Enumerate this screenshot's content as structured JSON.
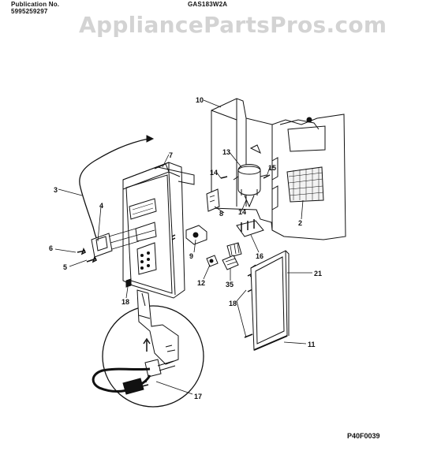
{
  "header": {
    "publication_label": "Publication No.",
    "publication_number": "5995259297",
    "model": "GAS183W2A"
  },
  "watermark": "AppliancePartsPros.com",
  "diagram_code": "P40F0039",
  "part_numbers": [
    "10",
    "7",
    "3",
    "4",
    "6",
    "5",
    "18",
    "13",
    "14",
    "15",
    "8",
    "2",
    "9",
    "16",
    "12",
    "35",
    "21",
    "18",
    "11",
    "17"
  ]
}
